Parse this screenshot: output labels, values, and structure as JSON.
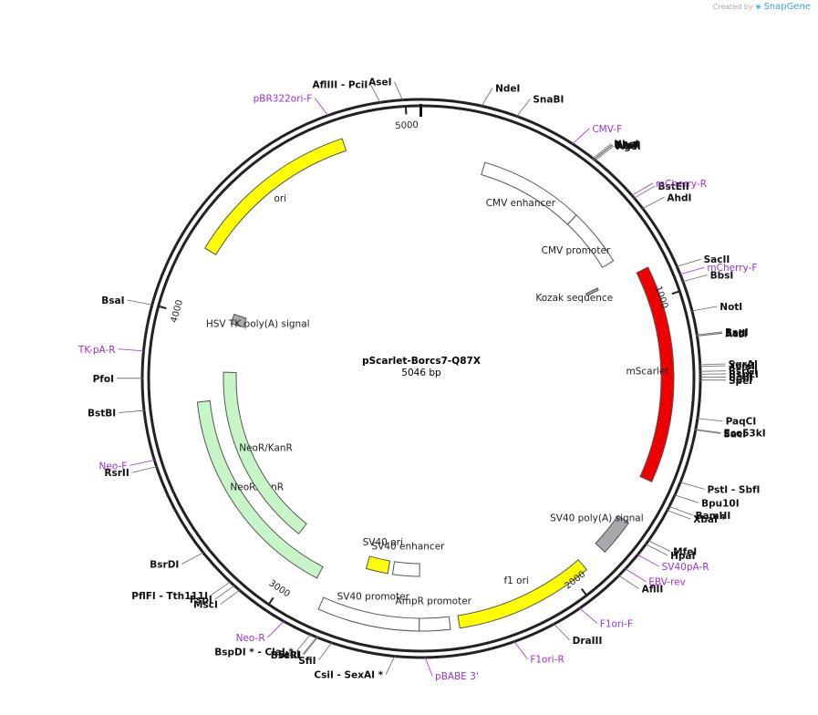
{
  "credit": {
    "prefix": "Created by",
    "brand": "SnapGene"
  },
  "plasmid": {
    "name": "pScarlet-Borcs7-Q87X",
    "length": "5046 bp",
    "total": 5046
  },
  "ticks": [
    "1000",
    "2000",
    "3000",
    "4000",
    "5000"
  ],
  "sites": [
    {
      "name": "AseI",
      "pos": "(4993)"
    },
    {
      "name": "AflIII - PciI",
      "pos": "(4928)"
    },
    {
      "name": "NdeI",
      "pos": "(174)"
    },
    {
      "name": "SnaBI",
      "pos": "(280)"
    },
    {
      "name": "NheI",
      "pos": "(531)"
    },
    {
      "name": "BmtI",
      "pos": "(535)"
    },
    {
      "name": "AfeI",
      "pos": "(536)"
    },
    {
      "name": "AgeI",
      "pos": "(540)"
    },
    {
      "name": "BstEII",
      "pos": "(696)"
    },
    {
      "name": "AhdI",
      "pos": "(735)"
    },
    {
      "name": "SacII",
      "pos": "(930)"
    },
    {
      "name": "BbsI",
      "pos": "(976)"
    },
    {
      "name": "NotI",
      "pos": "(1065)"
    },
    {
      "name": "BsgI",
      "pos": "(1135)"
    },
    {
      "name": "SalI",
      "pos": "(1138)"
    },
    {
      "name": "AccI",
      "pos": "(1139)"
    },
    {
      "name": "SgrAI",
      "pos": "(1222)"
    },
    {
      "name": "XcmI",
      "pos": "(1227)"
    },
    {
      "name": "BsrGI",
      "pos": "(1241)"
    },
    {
      "name": "BspEI",
      "pos": "(1249)"
    },
    {
      "name": "BglII",
      "pos": "(1258)"
    },
    {
      "name": "SpeI",
      "pos": "(1266)"
    },
    {
      "name": "PaqCI",
      "pos": "(1377)"
    },
    {
      "name": "Eco53kI",
      "pos": "(1409)"
    },
    {
      "name": "SacI",
      "pos": "(1411)"
    },
    {
      "name": "PstI - SbfI",
      "pos": "(1568)"
    },
    {
      "name": "Bpu10I",
      "pos": "(1608)"
    },
    {
      "name": "BamHI",
      "pos": "(1645)"
    },
    {
      "name": "XbaI *",
      "pos": "(1657)"
    },
    {
      "name": "MfeI",
      "pos": "(1760)"
    },
    {
      "name": "HpaI",
      "pos": "(1773)"
    },
    {
      "name": "AflII",
      "pos": "(1892)"
    },
    {
      "name": "DraIII",
      "pos": "(2126)"
    },
    {
      "name": "CsiI - SexAI *",
      "pos": "(2599)"
    },
    {
      "name": "SfiI",
      "pos": "(2785)"
    },
    {
      "name": "BseRI",
      "pos": "(2828)"
    },
    {
      "name": "StuI",
      "pos": "(2831)"
    },
    {
      "name": "BspDI * - ClaI *",
      "pos": "(2850)"
    },
    {
      "name": "MscI",
      "pos": "(3092)"
    },
    {
      "name": "FspI",
      "pos": "(3112)"
    },
    {
      "name": "PflFI - Tth111I",
      "pos": "(3128)"
    },
    {
      "name": "BsrDI",
      "pos": "(3243)"
    },
    {
      "name": "RsrII",
      "pos": "(3526)"
    },
    {
      "name": "BstBI",
      "pos": "(3692)"
    },
    {
      "name": "PfoI",
      "pos": "(3785)"
    },
    {
      "name": "BsaI",
      "pos": "(3999)"
    }
  ],
  "primers": [
    {
      "name": "pBR322ori-F",
      "range": "(4773 .. 4792)"
    },
    {
      "name": "CMV-F",
      "range": "(459 .. 479)"
    },
    {
      "name": "mCherry-R",
      "range": "(686 .. 704)"
    },
    {
      "name": "mCherry-F",
      "range": "(954 .. 973)"
    },
    {
      "name": "SV40pA-R",
      "range": "(1811 .. 1830)"
    },
    {
      "name": "EBV-rev",
      "range": "(1865 .. 1884)"
    },
    {
      "name": "F1ori-F",
      "range": "(2039 .. 2060)"
    },
    {
      "name": "F1ori-R",
      "range": "(2251 .. 2270)"
    },
    {
      "name": "pBABE 3'",
      "range": "(2513 .. 2533)"
    },
    {
      "name": "Neo-R",
      "range": "(2936 .. 2955)"
    },
    {
      "name": "Neo-F",
      "range": "(3546 .. 3565)"
    },
    {
      "name": "TK-pA-R",
      "range": "(3864 .. 3883)"
    }
  ],
  "features": [
    {
      "name": "CMV enhancer",
      "start": 230,
      "end": 610,
      "color": "#ffffff",
      "ring": 1
    },
    {
      "name": "CMV promoter",
      "start": 610,
      "end": 820,
      "color": "#ffffff",
      "ring": 1
    },
    {
      "name": "Kozak sequence",
      "start": 880,
      "end": 890,
      "color": "#a0a0a0",
      "ring": 2
    },
    {
      "name": "mScarlet",
      "start": 895,
      "end": 1600,
      "color": "#ee0000",
      "ring": 0
    },
    {
      "name": "SV40 poly(A) signal",
      "start": 1750,
      "end": 1870,
      "color": "#a7a9ac",
      "ring": 0
    },
    {
      "name": "f1 ori",
      "start": 1950,
      "end": 2400,
      "color": "#ffff00",
      "ring": 0
    },
    {
      "name": "AmpR promoter",
      "start": 2430,
      "end": 2530,
      "color": "#ffffff",
      "ring": 0
    },
    {
      "name": "SV40 promoter",
      "start": 2530,
      "end": 2860,
      "color": "#ffffff",
      "ring": 0
    },
    {
      "name": "SV40 enhancer",
      "start": 2530,
      "end": 2640,
      "color": "#ffffff",
      "ring": 2
    },
    {
      "name": "SV40 ori",
      "start": 2660,
      "end": 2750,
      "color": "#ffff00",
      "ring": 2
    },
    {
      "name": "NeoR/KanR",
      "start": 2910,
      "end": 3700,
      "color": "#c8f5c8",
      "ring": 1
    },
    {
      "name": "NeoR/KanR",
      "start": 3060,
      "end": 3810,
      "color": "#c8f5c8",
      "ring": 2
    },
    {
      "name": "HSV TK poly(A) signal",
      "start": 4010,
      "end": 4050,
      "color": "#a7a9ac",
      "ring": 2
    },
    {
      "name": "ori",
      "start": 4220,
      "end": 4790,
      "color": "#ffff00",
      "ring": 0
    }
  ]
}
